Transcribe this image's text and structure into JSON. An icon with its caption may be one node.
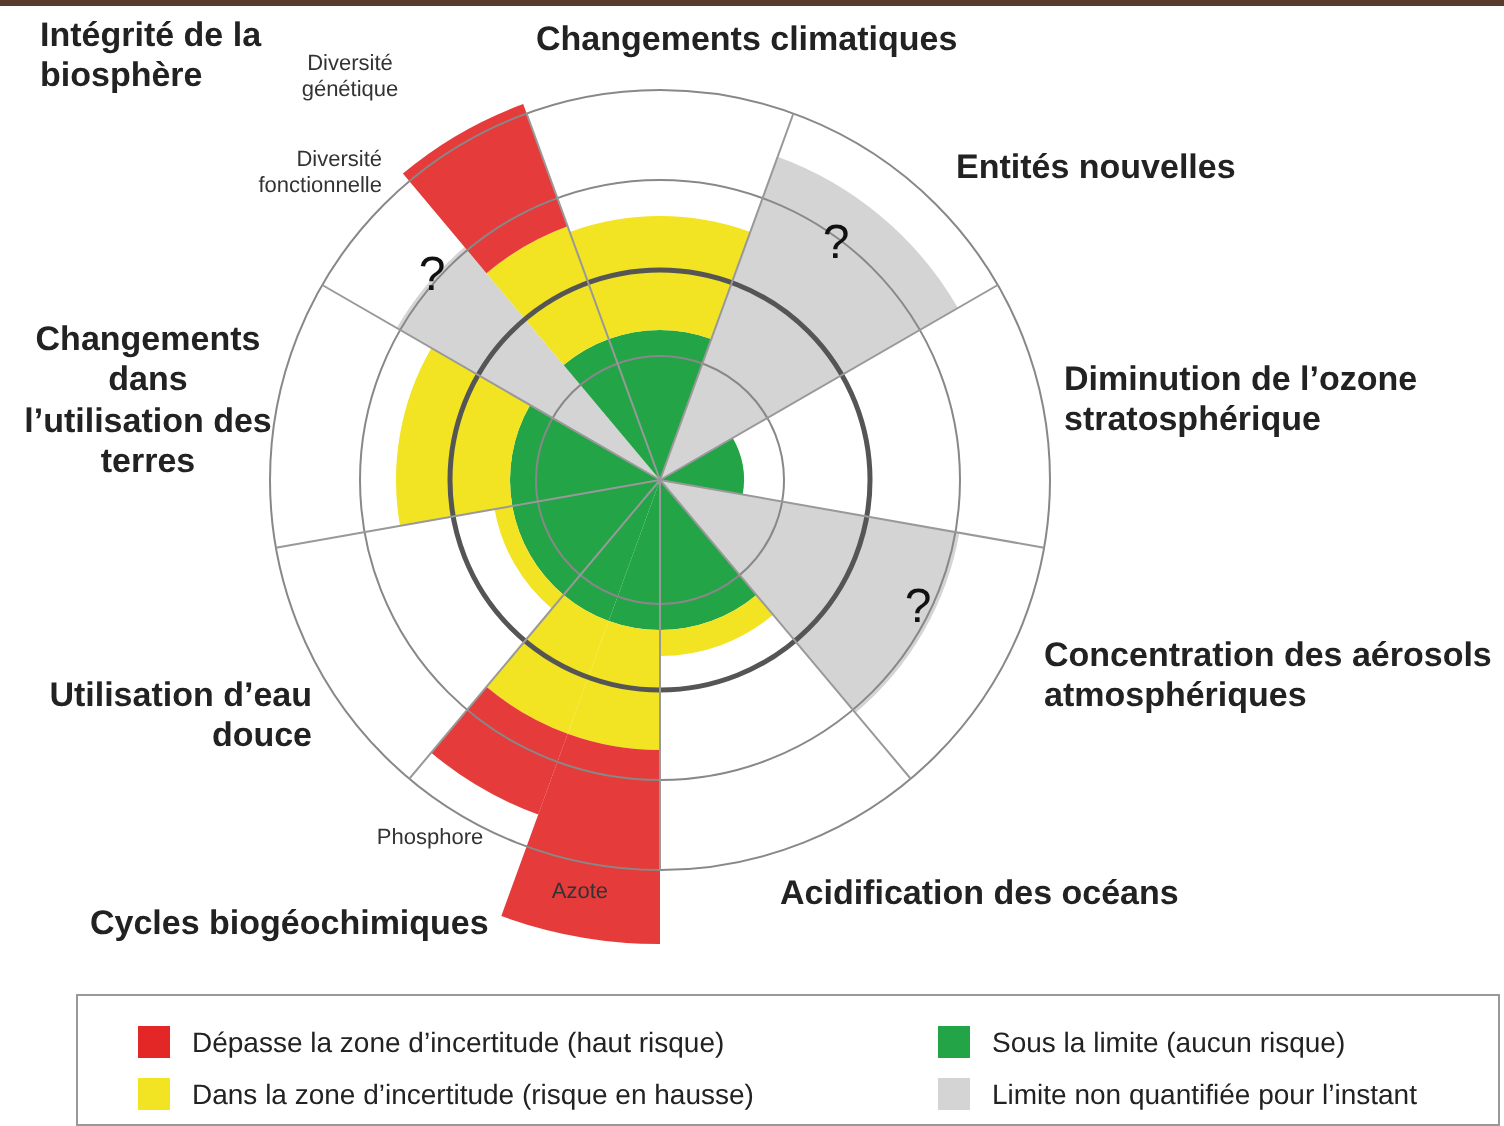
{
  "diagram": {
    "labels": [
      "Intégrité de la biosphère",
      "Changements climatiques",
      "Diversité génétique",
      "Diversité fonctionnelle",
      "Entités nouvelles",
      "?",
      "?",
      "Changements dans l’utilisation des terres",
      "Diminution de l’ozone stratosphérique",
      "?",
      "Concentration des aérosols atmosphériques",
      "Utilisation d’eau douce",
      "Phosphore",
      "Acidification des océans",
      "Azote",
      "Cycles biogéochimiques"
    ],
    "legend": [
      {
        "text": "Dépasse la zone d’incertitude (haut risque)",
        "color": "#e32626"
      },
      {
        "text": "Sous la limite (aucun risque)",
        "color": "#23a447"
      },
      {
        "text": "Dans la zone d’incertitude (risque en hausse)",
        "color": "#f2e422"
      },
      {
        "text": "Limite non quantifiée pour l’instant",
        "color": "#d4d4d4"
      }
    ]
  }
}
